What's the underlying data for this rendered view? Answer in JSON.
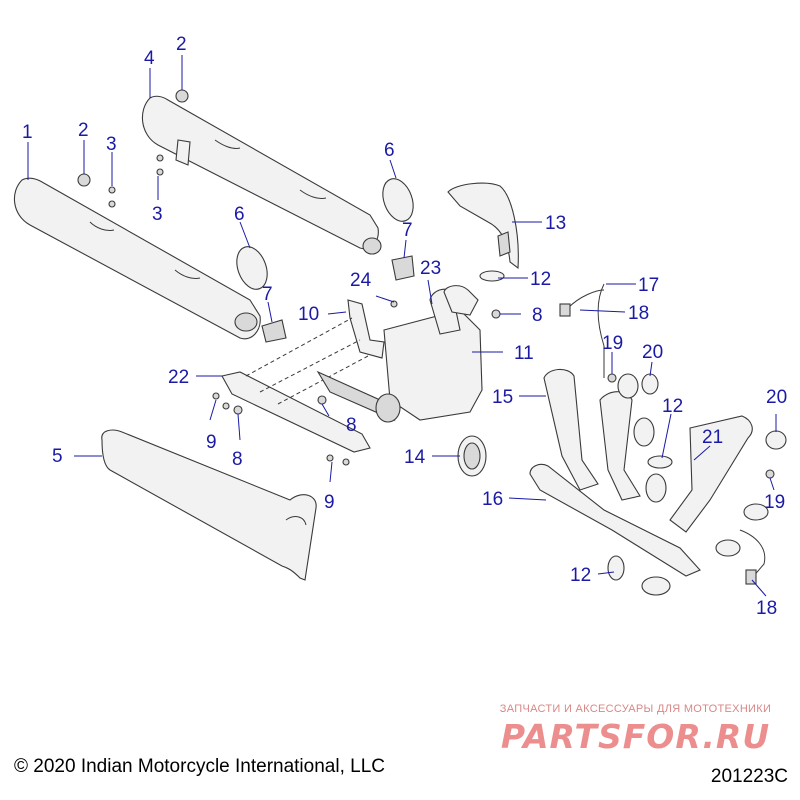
{
  "callouts": {
    "c1": "1",
    "c2a": "2",
    "c2b": "2",
    "c3a": "3",
    "c3b": "3",
    "c4": "4",
    "c5": "5",
    "c6a": "6",
    "c6b": "6",
    "c7a": "7",
    "c7b": "7",
    "c8a": "8",
    "c8b": "8",
    "c8c": "8",
    "c9a": "9",
    "c9b": "9",
    "c10": "10",
    "c11": "11",
    "c12a": "12",
    "c12b": "12",
    "c12c": "12",
    "c13": "13",
    "c14": "14",
    "c15": "15",
    "c16": "16",
    "c17": "17",
    "c18a": "18",
    "c18b": "18",
    "c19a": "19",
    "c19b": "19",
    "c20a": "20",
    "c20b": "20",
    "c21": "21",
    "c22": "22",
    "c23": "23",
    "c24": "24"
  },
  "footer": {
    "copyright": "© 2020 Indian Motorcycle International, LLC",
    "diagram_id": "201223C"
  },
  "watermark": {
    "tagline": "ЗАПЧАСТИ И АКСЕССУАРЫ ДЛЯ МОТОТЕХНИКИ",
    "brand": "PARTSFOR.RU"
  },
  "colors": {
    "callout": "#1a1aa6",
    "part_fill": "#f2f2f2",
    "outline": "#3a3a3a",
    "watermark": "#dd3333"
  }
}
